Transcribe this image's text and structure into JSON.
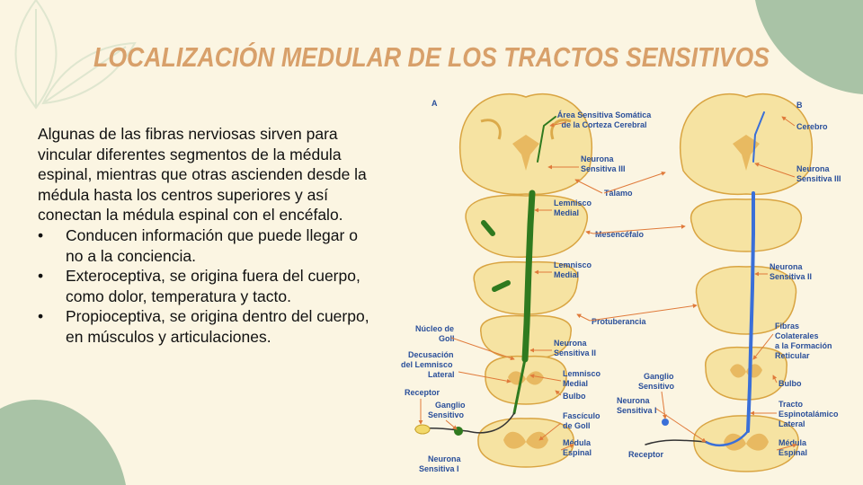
{
  "slide": {
    "title": "LOCALIZACIÓN MEDULAR DE LOS TRACTOS SENSITIVOS",
    "intro": "Algunas de las fibras nerviosas sirven para vincular diferentes segmentos de la médula espinal, mientras que otras ascienden desde la médula hasta los centros superiores y así conectan la médula espinal con el encéfalo.",
    "bullet_symbol": "•",
    "bullets": [
      "Conducen información que puede llegar o no a la conciencia.",
      "Exteroceptiva, se origina fuera del cuerpo, como dolor, temperatura y tacto.",
      "Propioceptiva, se origina dentro del cuerpo, en músculos y articulaciones."
    ]
  },
  "figure": {
    "panel_a": "A",
    "panel_b": "B",
    "labels_a": {
      "area_sensitiva_1": "Área Sensitiva Somática",
      "area_sensitiva_2": "de la Corteza Cerebral",
      "neurona_iii_1": "Neurona",
      "neurona_iii_2": "Sensitiva III",
      "talamo": "Tálamo",
      "lemnisco_1": "Lemnisco",
      "lemnisco_2": "Medial",
      "mesencefalo": "Mesencéfalo",
      "lemnisco_b_1": "Lemnisco",
      "lemnisco_b_2": "Medial",
      "protuberancia": "Protuberancia",
      "nucleo_1": "Núcleo de",
      "nucleo_2": "Goll",
      "decusacion_1": "Decusación",
      "decusacion_2": "del Lemnisco",
      "decusacion_3": "Lateral",
      "neurona_ii_1": "Neurona",
      "neurona_ii_2": "Sensitiva II",
      "lemnisco_c_1": "Lemnisco",
      "lemnisco_c_2": "Medial",
      "receptor": "Receptor",
      "ganglio_1": "Ganglio",
      "ganglio_2": "Sensitivo",
      "bulbo": "Bulbo",
      "fasciculo_1": "Fascículo",
      "fasciculo_2": "de Goll",
      "medula_1": "Médula",
      "medula_2": "Espinal",
      "neurona_i_1": "Neurona",
      "neurona_i_2": "Sensitiva I"
    },
    "labels_b": {
      "cerebro": "Cerebro",
      "neurona_iii_1": "Neurona",
      "neurona_iii_2": "Sensitiva III",
      "neurona_ii_1": "Neurona",
      "neurona_ii_2": "Sensitiva II",
      "fibras_1": "Fibras",
      "fibras_2": "Colaterales",
      "fibras_3": "a la Formación",
      "fibras_4": "Reticular",
      "ganglio_1": "Ganglio",
      "ganglio_2": "Sensitivo",
      "bulbo": "Bulbo",
      "neurona_i_1": "Neurona",
      "neurona_i_2": "Sensitiva I",
      "tracto_1": "Tracto",
      "tracto_2": "Espinotalámico",
      "tracto_3": "Lateral",
      "medula_1": "Médula",
      "medula_2": "Espinal",
      "receptor": "Receptor"
    },
    "colors": {
      "tissue": "#f6e3a2",
      "tissue_edge": "#d9a441",
      "tract_a": "#2f7a1f",
      "tract_b": "#3a6fd8",
      "label": "#2a4f9a",
      "arrow": "#e07a3a"
    }
  }
}
